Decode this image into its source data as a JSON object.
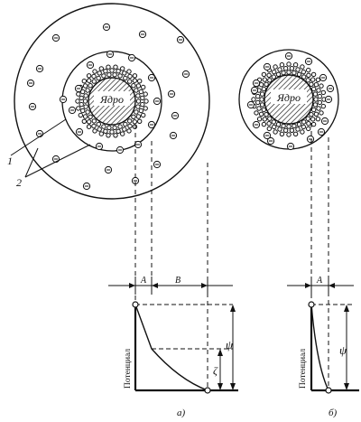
{
  "figure": {
    "core_label": "Ядро",
    "callout_1": "1",
    "callout_2": "2",
    "ion_symbol": "⊖",
    "panel_a": {
      "dim_a": "A",
      "dim_b": "B",
      "axis_label": "Потенциал",
      "psi_label": "ψ",
      "zeta_label": "ζ",
      "caption": "а)"
    },
    "panel_b": {
      "dim_a": "A",
      "axis_label": "Потенциал",
      "psi_label": "ψ",
      "caption": "б)"
    }
  },
  "colors": {
    "ink": "#111111",
    "paper": "#ffffff"
  }
}
